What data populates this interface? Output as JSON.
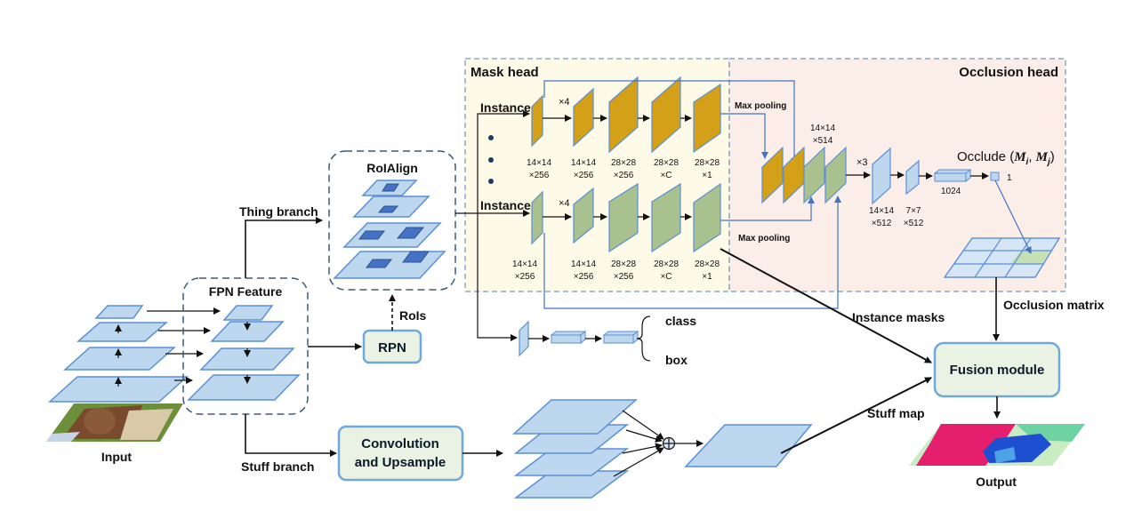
{
  "labels": {
    "input": "Input",
    "output": "Output",
    "fpn_feature": "FPN Feature",
    "thing_branch": "Thing branch",
    "stuff_branch": "Stuff branch",
    "roialign": "RoIAlign",
    "rois": "RoIs",
    "rpn": "RPN",
    "conv_line1": "Convolution",
    "conv_line2": "and Upsample",
    "mask_head": "Mask head",
    "occlusion_head": "Occlusion head",
    "instance_i": "Instance i",
    "instance_j": "Instance j",
    "max_pooling_top": "Max pooling",
    "max_pooling_bottom": "Max pooling",
    "occlude_prefix": "Occlude (",
    "occlude_mi": "M",
    "occlude_i": "i",
    "occlude_comma": ", ",
    "occlude_mj": "M",
    "occlude_j": "j",
    "occlude_suffix": ")",
    "class": "class",
    "box": "box",
    "instance_masks": "Instance masks",
    "stuff_map": "Stuff map",
    "fusion_module": "Fusion module",
    "occlusion_matrix": "Occlusion matrix",
    "times4_top": "×4",
    "times4_bottom": "×4",
    "times3": "×3",
    "dim_1024": "1024",
    "dim_1": "1"
  },
  "dims_top": [
    {
      "a": "14×14",
      "b": "×256"
    },
    {
      "a": "14×14",
      "b": "×256"
    },
    {
      "a": "28×28",
      "b": "×256"
    },
    {
      "a": "28×28",
      "b": "×C"
    },
    {
      "a": "28×28",
      "b": "×1"
    }
  ],
  "dims_bottom": [
    {
      "a": "14×14",
      "b": "×256"
    },
    {
      "a": "14×14",
      "b": "×256"
    },
    {
      "a": "28×28",
      "b": "×256"
    },
    {
      "a": "28×28",
      "b": "×C"
    },
    {
      "a": "28×28",
      "b": "×1"
    }
  ],
  "dims_occ": [
    {
      "a": "14×14",
      "b": "×514"
    },
    {
      "a": "14×14",
      "b": "×512"
    },
    {
      "a": "7×7",
      "b": "×512"
    }
  ],
  "colors": {
    "blue_fill": "#bdd7ee",
    "blue_edge": "#5b8fd6",
    "dark_blue": "#4472c4",
    "orange": "#d4a017",
    "green": "#a9c08f",
    "mask_bg": "#fdfbe8",
    "occ_bg": "#fbeee9",
    "box_bg": "#eaf3e3",
    "box_edge": "#6fa8dc"
  }
}
